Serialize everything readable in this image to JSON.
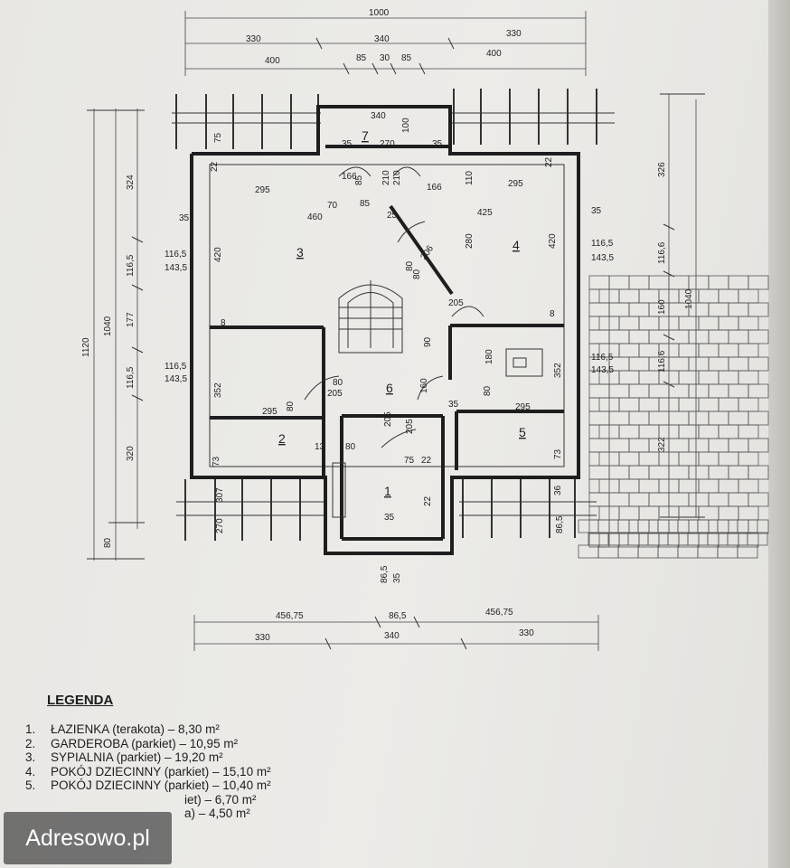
{
  "dims": {
    "top_total": "1000",
    "top_row2": [
      "330",
      "340",
      "330"
    ],
    "top_row3": [
      "400",
      "85",
      "30",
      "85",
      "400"
    ],
    "bottom_row1": [
      "456,75",
      "86,5",
      "456,75"
    ],
    "bottom_row2": [
      "330",
      "340",
      "330"
    ],
    "left_outer": "1120",
    "left_mid": "1040",
    "left_parts": [
      "80",
      "320",
      "116,5",
      "177",
      "116,5",
      "324"
    ],
    "right_parts": [
      "326",
      "116,6",
      "160",
      "116,6",
      "322"
    ],
    "right_total": "1040",
    "labels": [
      "340",
      "35",
      "270",
      "100",
      "35",
      "75",
      "22",
      "166",
      "85",
      "210",
      "210",
      "166",
      "110",
      "22",
      "295",
      "295",
      "70",
      "85",
      "460",
      "25",
      "425",
      "35",
      "35",
      "116,5",
      "143,5",
      "420",
      "80",
      "206",
      "80",
      "280",
      "420",
      "116,5",
      "143,5",
      "90",
      "205",
      "8",
      "8",
      "116,5",
      "143,5",
      "352",
      "80",
      "205",
      "160",
      "180",
      "80",
      "295",
      "352",
      "116,5",
      "143,5",
      "295",
      "80",
      "205",
      "205",
      "35",
      "13",
      "80",
      "75",
      "22",
      "73",
      "307",
      "22",
      "73",
      "36",
      "270",
      "35",
      "86,5",
      "86,5",
      "35"
    ]
  },
  "rooms": [
    "1",
    "2",
    "3",
    "4",
    "5",
    "6",
    "7"
  ],
  "legend": {
    "title": "LEGENDA",
    "items": [
      {
        "num": "1.",
        "text": "ŁAZIENKA (terakota) – 8,30 m²"
      },
      {
        "num": "2.",
        "text": "GARDEROBA (parkiet) – 10,95 m²"
      },
      {
        "num": "3.",
        "text": "SYPIALNIA (parkiet) – 19,20 m²"
      },
      {
        "num": "4.",
        "text": "POKÓJ DZIECINNY (parkiet) – 15,10 m²"
      },
      {
        "num": "5.",
        "text": "POKÓJ DZIECINNY (parkiet) – 10,40 m²"
      },
      {
        "num": "",
        "text": "iet) – 6,70 m²"
      },
      {
        "num": "",
        "text": "a) – 4,50 m²"
      }
    ]
  },
  "watermark": "Adresowo.pl"
}
